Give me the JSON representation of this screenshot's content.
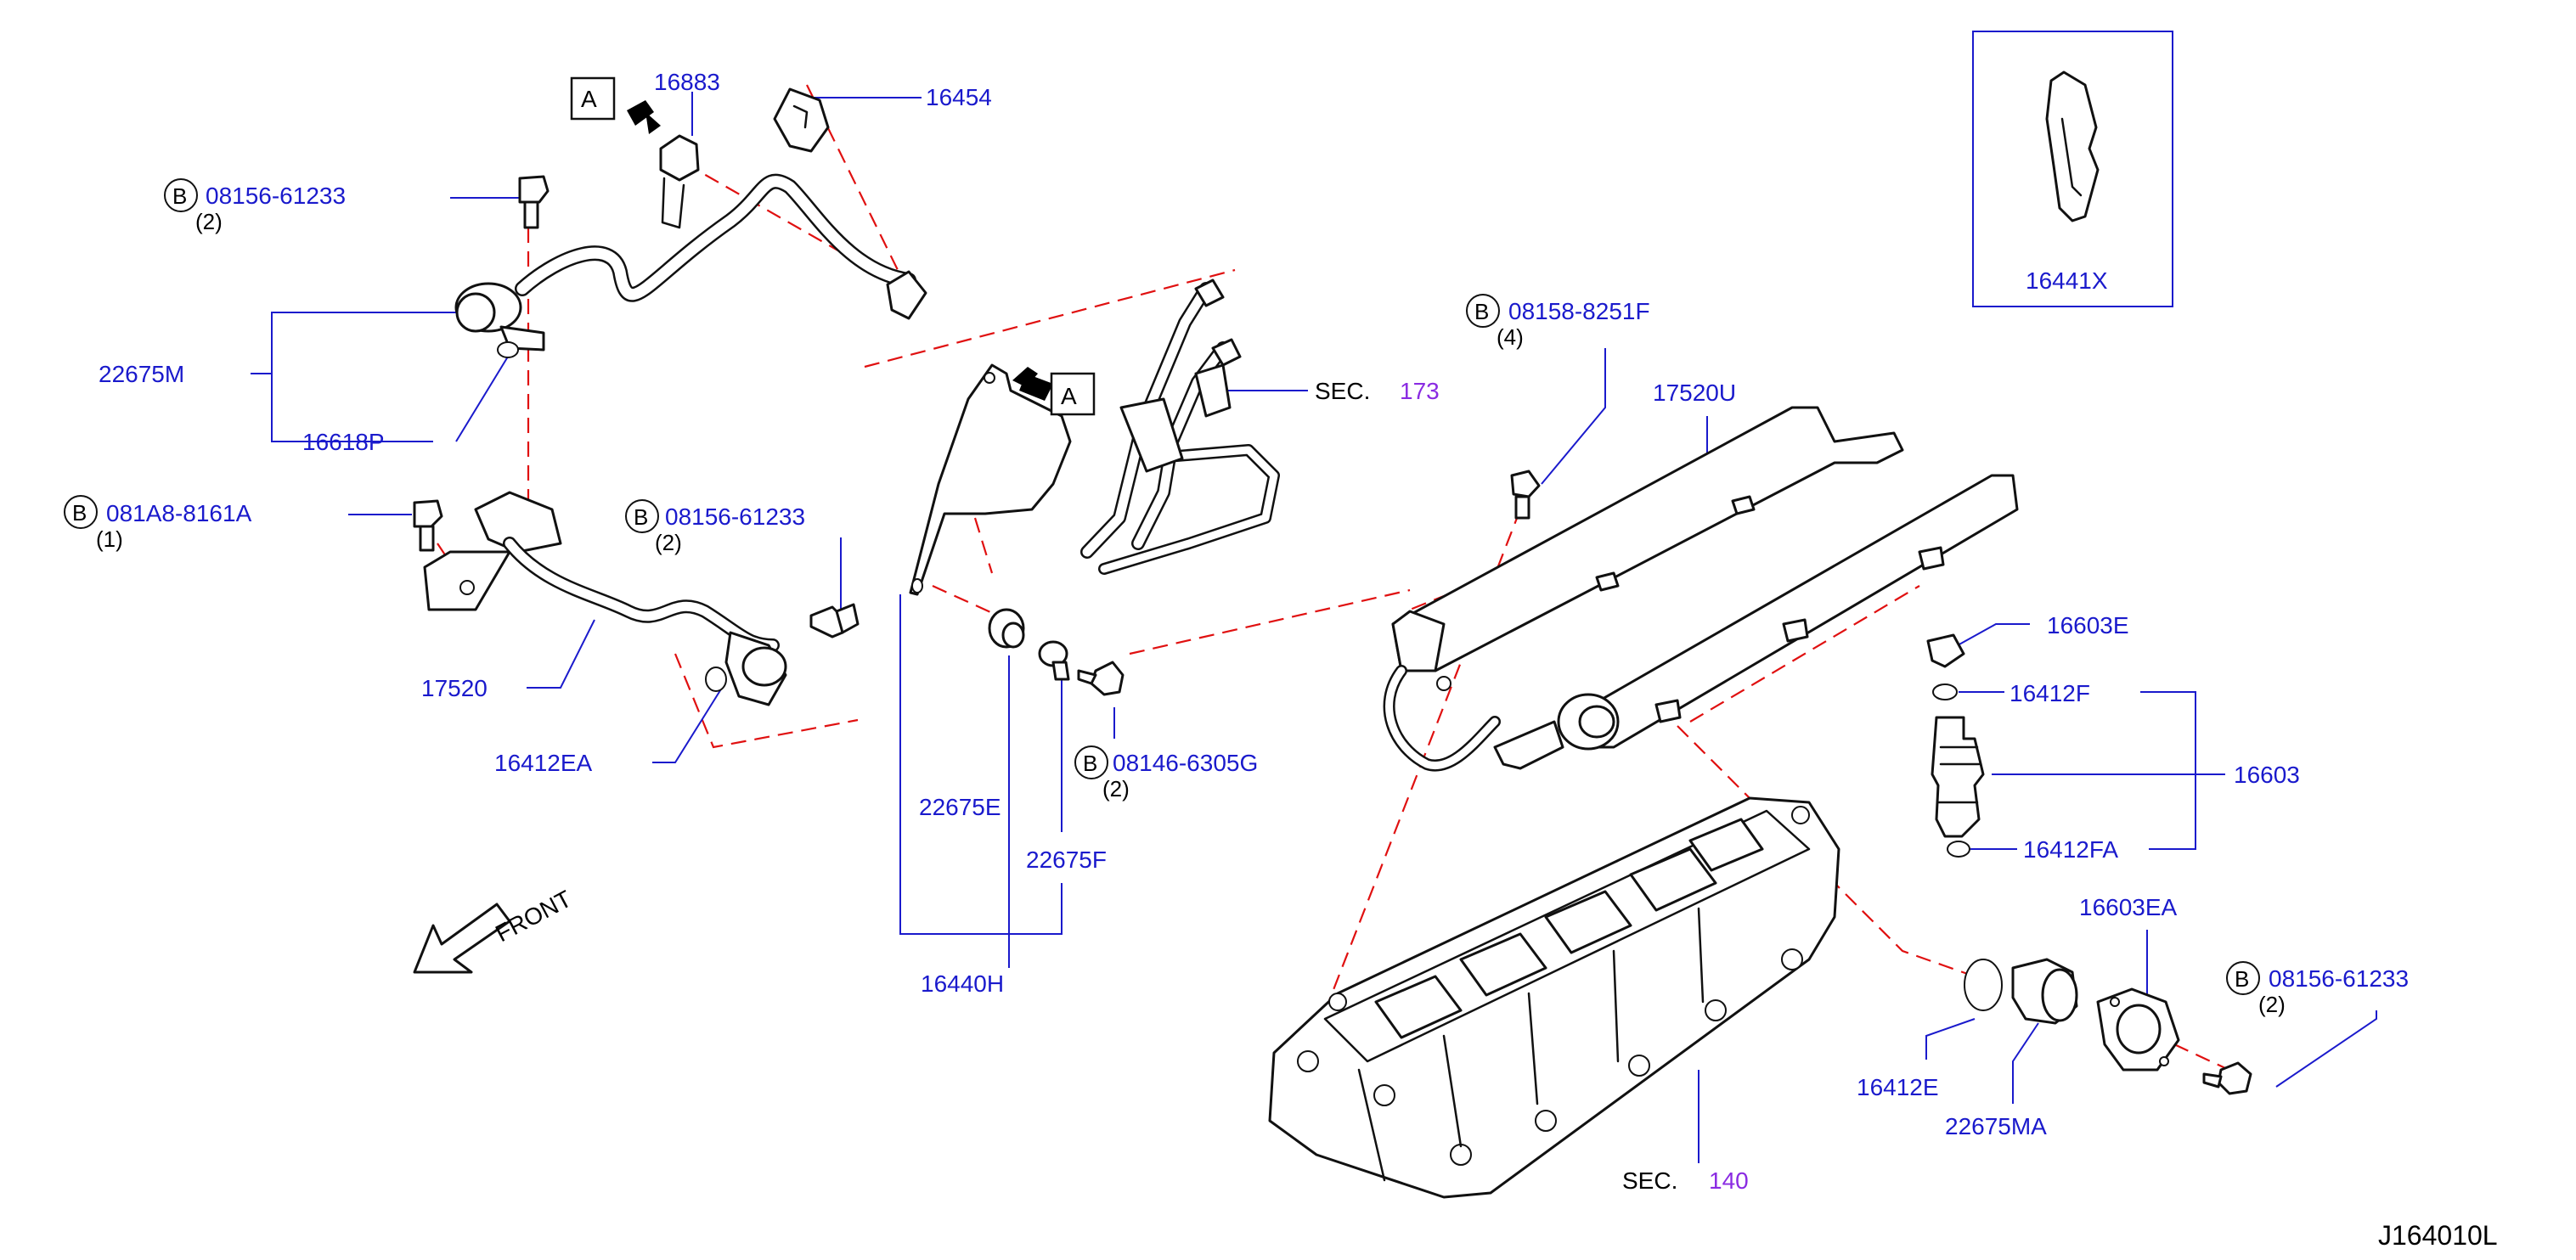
{
  "labels": {
    "p16883": "16883",
    "p16454": "16454",
    "b1_code": "08156-61233",
    "b1_qty": "(2)",
    "p22675M": "22675M",
    "p16618P": "16618P",
    "b2_code": "081A8-8161A",
    "b2_qty": "(1)",
    "b3_code": "08156-61233",
    "b3_qty": "(2)",
    "p17520": "17520",
    "p16412EA": "16412EA",
    "sec_word": "SEC.",
    "sec173": "173",
    "b4_code": "08146-6305G",
    "b4_qty": "(2)",
    "p22675E": "22675E",
    "p22675F": "22675F",
    "p16440H": "16440H",
    "b5_code": "08158-8251F",
    "b5_qty": "(4)",
    "p17520U": "17520U",
    "p16603E": "16603E",
    "p16412F": "16412F",
    "p16603": "16603",
    "p16412FA": "16412FA",
    "p16603EA": "16603EA",
    "b6_code": "08156-61233",
    "b6_qty": "(2)",
    "p16412E": "16412E",
    "p22675MA": "22675MA",
    "sec_word2": "SEC.",
    "sec140": "140",
    "p16441X": "16441X",
    "front": "FRONT",
    "view_a": "A",
    "view_a2": "A",
    "b_letter": "B",
    "diagram_id": "J164010L"
  },
  "colors": {
    "part_number": "#1a1acc",
    "leader": "#1a1acc",
    "hidden_line": "#e01010",
    "section_ref": "#8a2be2",
    "outline": "#111111"
  }
}
